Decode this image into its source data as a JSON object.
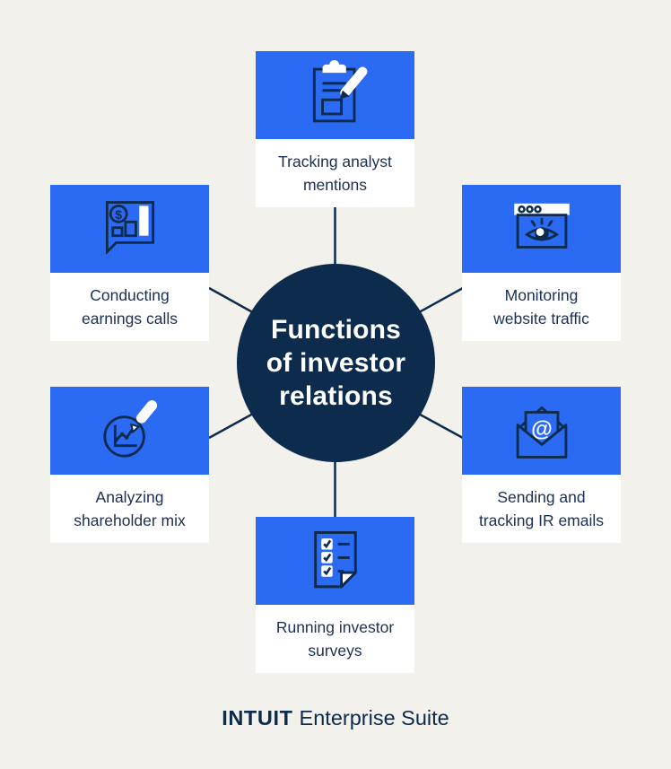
{
  "title": "Functions of investor relations infographic",
  "colors": {
    "background": "#f2f1eb",
    "accent_blue": "#2b6af3",
    "navy": "#0d2b4d",
    "card_white": "#ffffff",
    "label_text": "#1b2f52",
    "connector_line": "#0d2b4d"
  },
  "center": {
    "line1": "Functions",
    "line2": "of investor",
    "line3": "relations"
  },
  "cards": [
    {
      "id": "tracking-analyst-mentions",
      "icon": "clipboard-pencil-icon",
      "label_line1": "Tracking analyst",
      "label_line2": "mentions"
    },
    {
      "id": "conducting-earnings-calls",
      "icon": "earnings-chart-speech-bubble-icon",
      "label_line1": "Conducting",
      "label_line2": "earnings calls"
    },
    {
      "id": "monitoring-website-traffic",
      "icon": "browser-eye-icon",
      "label_line1": "Monitoring",
      "label_line2": "website traffic"
    },
    {
      "id": "analyzing-shareholder-mix",
      "icon": "magnifier-line-chart-icon",
      "label_line1": "Analyzing",
      "label_line2": "shareholder mix"
    },
    {
      "id": "sending-tracking-ir-emails",
      "icon": "open-envelope-at-icon",
      "label_line1": "Sending and",
      "label_line2": "tracking IR emails"
    },
    {
      "id": "running-investor-surveys",
      "icon": "survey-checklist-icon",
      "label_line1": "Running investor",
      "label_line2": "surveys"
    }
  ],
  "footer": {
    "brand": "INTUIT",
    "product": "Enterprise Suite"
  }
}
